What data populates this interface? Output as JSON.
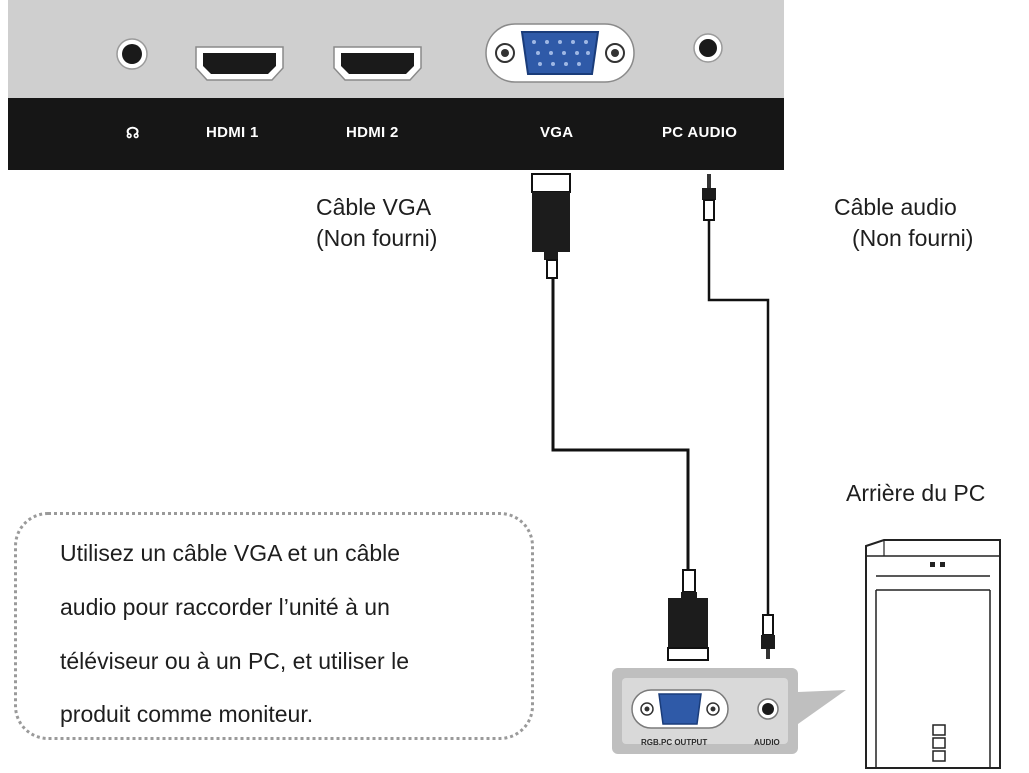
{
  "tv_panel": {
    "ports": {
      "headphone": "☊",
      "hdmi1": "HDMI 1",
      "hdmi2": "HDMI 2",
      "vga": "VGA",
      "pc_audio": "PC AUDIO"
    }
  },
  "cables": {
    "vga": {
      "line1": "Câble VGA",
      "line2": "(Non fourni)"
    },
    "audio": {
      "line1": "Câble audio",
      "line2": "(Non fourni)"
    }
  },
  "pc": {
    "label": "Arrière du PC",
    "ports": {
      "rgb": "RGB.PC OUTPUT",
      "audio": "AUDIO"
    }
  },
  "note": {
    "lines": [
      "Utilisez un câble VGA et un câble",
      "audio pour raccorder l’unité à un",
      "téléviseur ou à un PC, et utiliser le",
      "produit comme moniteur."
    ]
  },
  "colors": {
    "panel_gray": "#cfcfcf",
    "panel_black": "#161616",
    "vga_blue": "#2f5aa8",
    "line": "#111111"
  }
}
